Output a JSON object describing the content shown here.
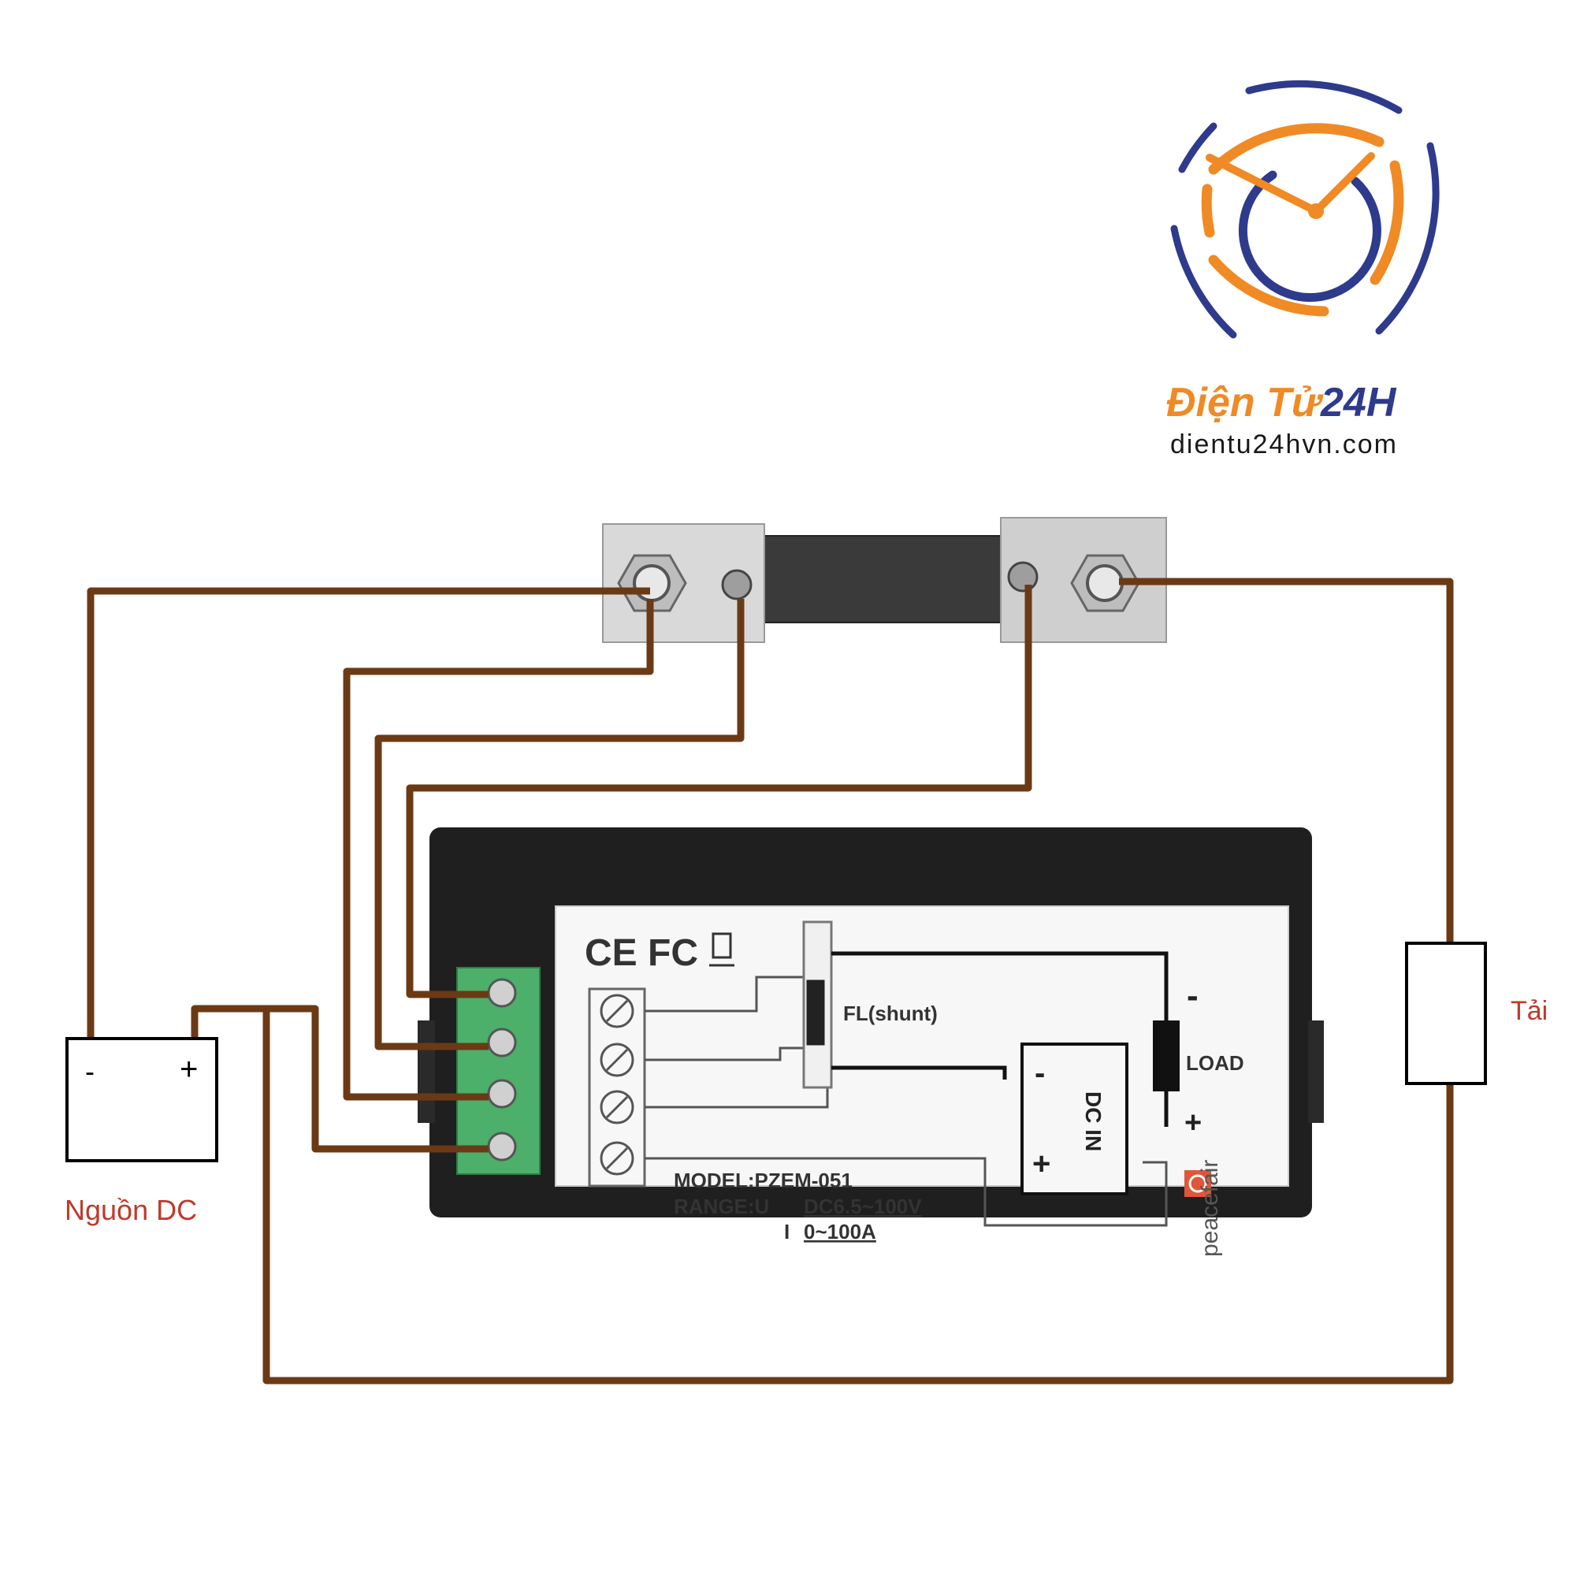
{
  "logo": {
    "brand_part1": "Điện Tử",
    "brand_part2": "24H",
    "website": "dientu24hvn.com",
    "colors": {
      "orange": "#f08a24",
      "blue": "#2e3a8c"
    },
    "icon": "clock-icon"
  },
  "labels": {
    "dc_source": "Nguồn DC",
    "load": "Tải",
    "battery_minus": "-",
    "battery_plus": "+"
  },
  "meter_label": {
    "certifications": "CE FC",
    "shunt": "FL(shunt)",
    "load": "LOAD",
    "load_minus": "-",
    "load_plus": "+",
    "dc_in": "DC IN",
    "dc_in_minus": "-",
    "dc_in_plus": "+",
    "model_line": "MODEL:PZEM-051",
    "range_line_prefix": "RANGE:U",
    "range_voltage": "DC6.5~100V",
    "range_current_prefix": "I",
    "range_current": "0~100A",
    "brand": "peacefair"
  },
  "colors": {
    "wire": "#6b3a15",
    "meter_body": "#1f1f1f",
    "terminal_block": "#4caf6a",
    "label_red": "#c0392b"
  }
}
